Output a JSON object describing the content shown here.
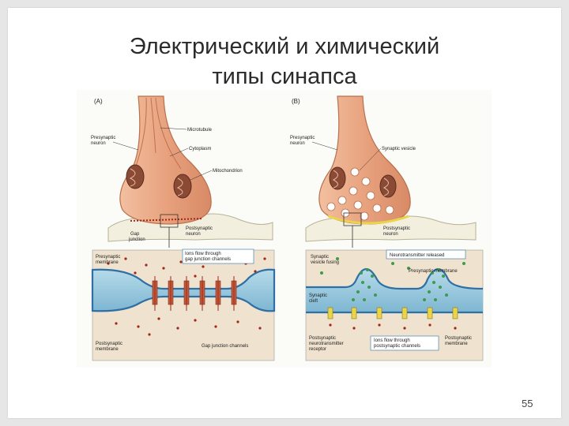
{
  "slide": {
    "title_line1": "Электрический и химический",
    "title_line2": "типы синапса",
    "page_number": "55"
  },
  "panel_a": {
    "tag": "(A)",
    "presynaptic_neuron": [
      "Presynaptic",
      "neuron"
    ],
    "microtubule": "Microtubule",
    "cytoplasm": "Cytoplasm",
    "mitochondrion": "Mitochondrion",
    "gap_junction": [
      "Gap",
      "junction"
    ],
    "postsynaptic_neuron": [
      "Postsynaptic",
      "neuron"
    ],
    "ions_flow": [
      "Ions flow through",
      "gap junction channels"
    ],
    "presynaptic_membrane": [
      "Presynaptic",
      "membrane"
    ],
    "postsynaptic_membrane": [
      "Postsynaptic",
      "membrane"
    ],
    "gap_junction_channels": "Gap junction channels"
  },
  "panel_b": {
    "tag": "(B)",
    "presynaptic_neuron": [
      "Presynaptic",
      "neuron"
    ],
    "synaptic_vesicle": "Synaptic vesicle",
    "postsynaptic_neuron": [
      "Postsynaptic",
      "neuron"
    ],
    "vesicle_fusing": [
      "Synaptic",
      "vesicle fusing"
    ],
    "neurotransmitter_released": "Neurotransmitter released",
    "presynaptic_membrane": "Presynaptic membrane",
    "synaptic_cleft": [
      "Synaptic",
      "cleft"
    ],
    "receptor": [
      "Postsynaptic",
      "neurotransmitter",
      "receptor"
    ],
    "ions_flow": [
      "Ions flow through",
      "postsynaptic channels"
    ],
    "postsynaptic_membrane": [
      "Postsynaptic",
      "membrane"
    ]
  },
  "colors": {
    "neuron": "#e8a27e",
    "neuron_shade": "#d27e5a",
    "mitochondria": "#8a4a34",
    "membrane": "#2f6fa3",
    "cleft": "#8fc3dc",
    "ion": "#a32619",
    "vesicle": "#3e9a4c",
    "highlight": "#e9d44a"
  }
}
